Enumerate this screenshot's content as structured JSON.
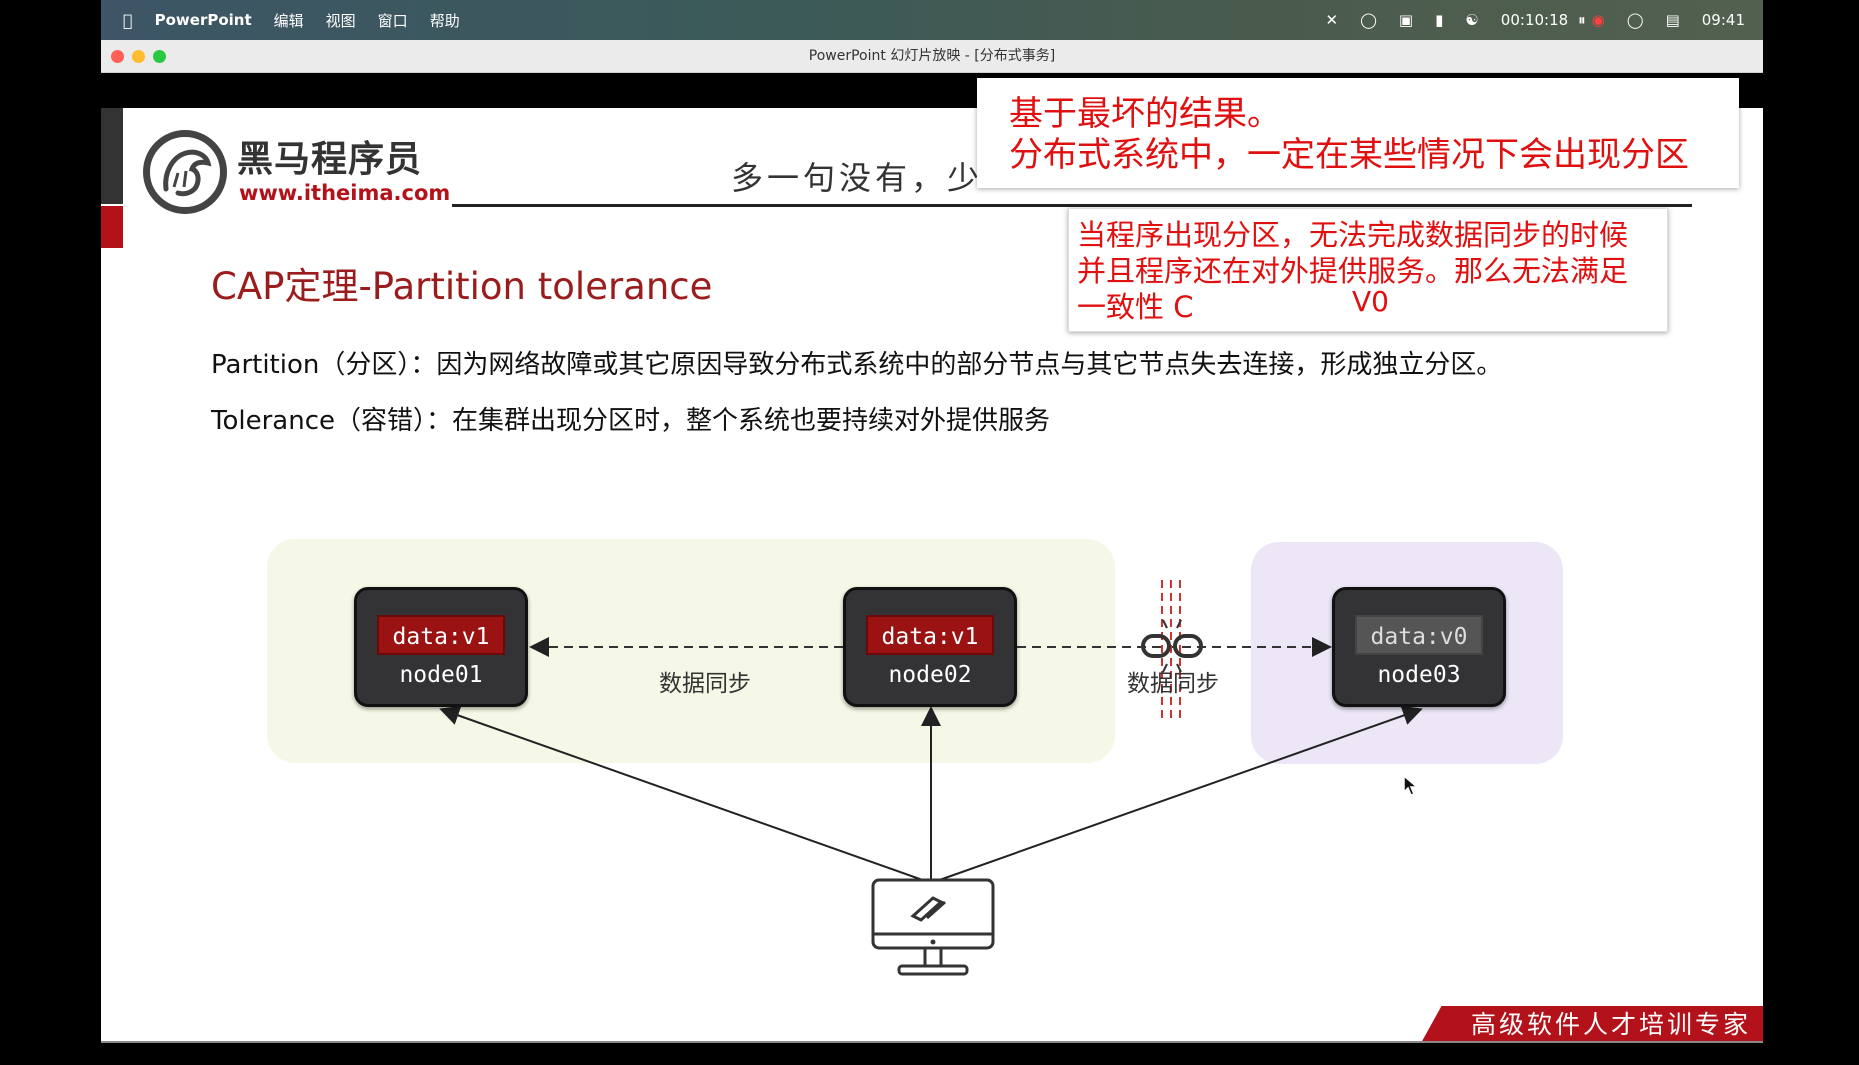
{
  "menubar": {
    "app_name": "PowerPoint",
    "menus": [
      "编辑",
      "视图",
      "窗口",
      "帮助"
    ],
    "timer": "00:10:18",
    "clock": "09:41"
  },
  "window": {
    "title": "PowerPoint 幻灯片放映 - [分布式事务]"
  },
  "slide": {
    "logo_cn": "黑马程序员",
    "logo_url": "www.itheima.com",
    "slogan": "多一句没有，少",
    "title": "CAP定理-Partition tolerance",
    "body": [
      "Partition（分区）：因为网络故障或其它原因导致分布式系统中的部分节点与其它节点失去连接，形成独立分区。",
      "Tolerance（容错）：在集群出现分区时，整个系统也要持续对外提供服务"
    ],
    "diagram": {
      "nodes": [
        {
          "name": "node01",
          "data": "data:v1",
          "tag_color": "#9a1212"
        },
        {
          "name": "node02",
          "data": "data:v1",
          "tag_color": "#9a1212"
        },
        {
          "name": "node03",
          "data": "data:v0",
          "tag_color": "#555555"
        }
      ],
      "sync_labels": [
        "数据同步",
        "数据同步"
      ]
    },
    "footer": "高级软件人才培训专家"
  },
  "annotations": {
    "note1": "基于最坏的结果。\n分布式系统中，一定在某些情况下会出现分区",
    "note2": "当程序出现分区，无法完成数据同步的时候\n并且程序还在对外提供服务。那么无法满足\n一致性 C",
    "note2_hand": "V0"
  },
  "colors": {
    "brand_red": "#b3121a",
    "title_red": "#9b1c1c",
    "annotation_red": "#e01010",
    "zone_green": "#f5f8e6",
    "zone_purple": "#ece6f7"
  }
}
